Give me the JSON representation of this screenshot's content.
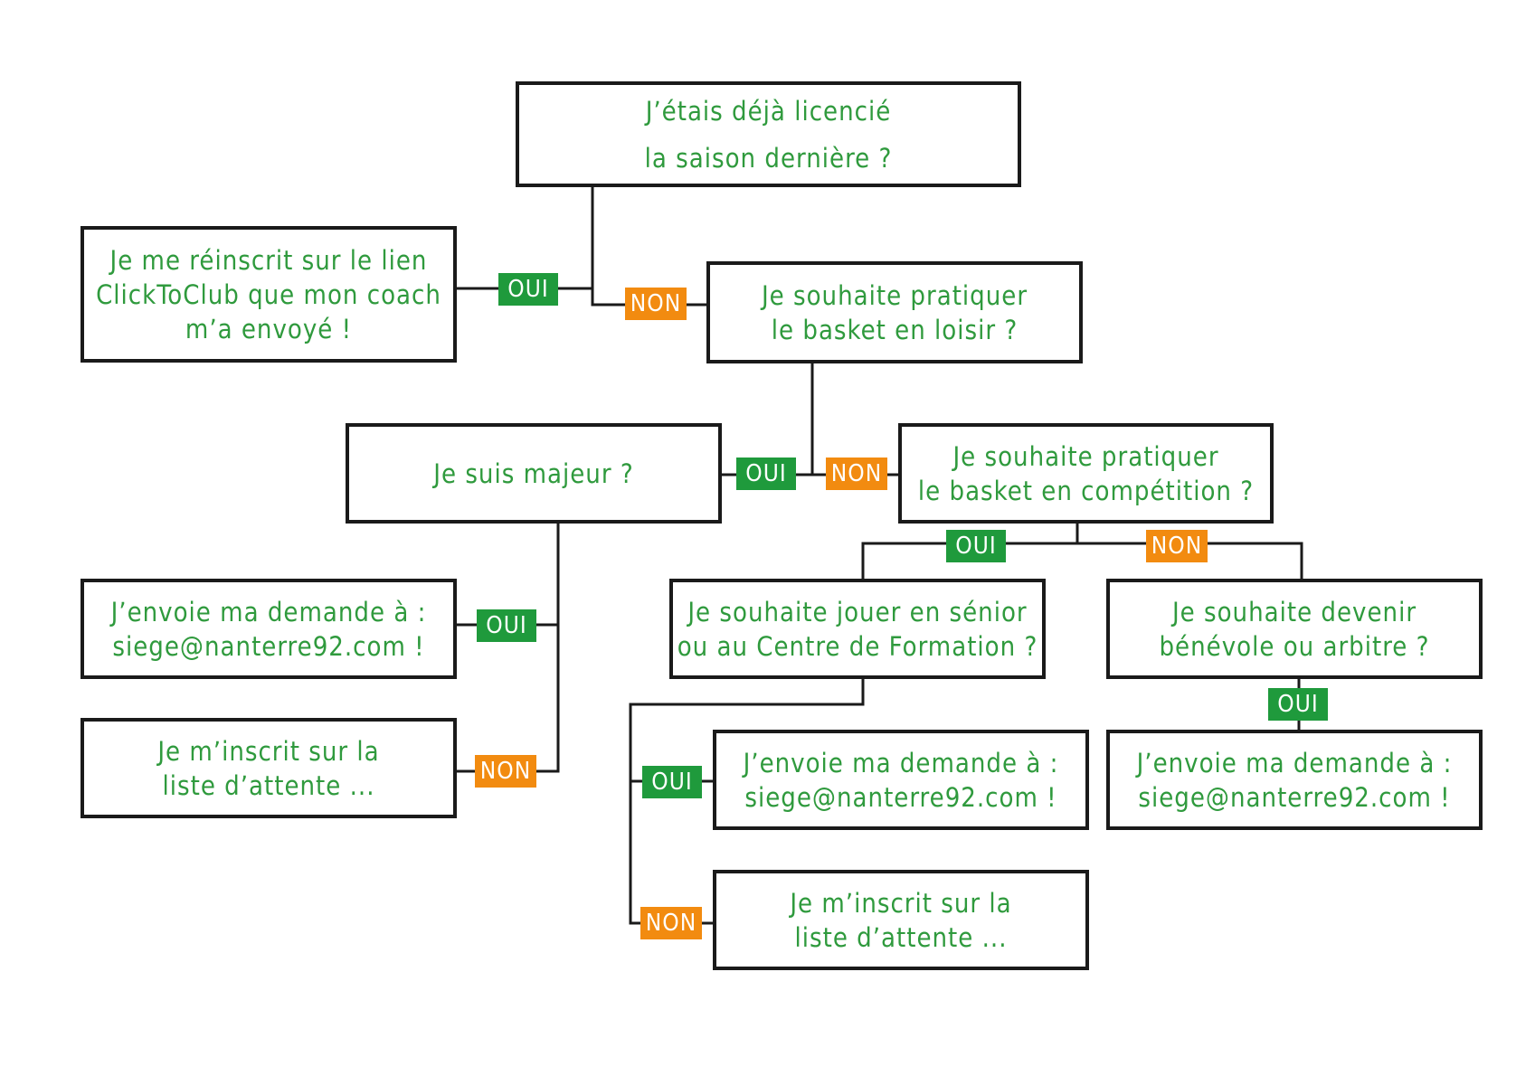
{
  "colors": {
    "text_green": "#2f9a3d",
    "oui_badge": "#1f9a3c",
    "non_badge": "#f28b10",
    "line": "#1a1a1a",
    "background": "#ffffff"
  },
  "nodes": {
    "licencie": [
      "J’étais déjà licencié",
      "la saison dernière ?"
    ],
    "reinscrit": [
      "Je me réinscrit sur le lien",
      "ClickToClub que mon coach",
      "m’a envoyé !"
    ],
    "loisir": [
      "Je souhaite pratiquer",
      "le basket en loisir ?"
    ],
    "majeur": [
      "Je suis majeur ?"
    ],
    "competition": [
      "Je souhaite pratiquer",
      "le basket en compétition ?"
    ],
    "envoie_majeur": [
      "J’envoie ma demande à :",
      "siege@nanterre92.com !"
    ],
    "attente_majeur": [
      "Je m’inscrit sur la",
      "liste d’attente ..."
    ],
    "senior": [
      "Je souhaite jouer en sénior",
      "ou au Centre de Formation ?"
    ],
    "benevole": [
      "Je souhaite devenir",
      "bénévole ou arbitre ?"
    ],
    "envoie_senior": [
      "J’envoie ma demande à :",
      "siege@nanterre92.com !"
    ],
    "attente_senior": [
      "Je m’inscrit sur la",
      "liste d’attente ..."
    ],
    "envoie_benevole": [
      "J’envoie ma demande à :",
      "siege@nanterre92.com !"
    ]
  },
  "labels": {
    "yes": "OUI",
    "no": "NON"
  }
}
